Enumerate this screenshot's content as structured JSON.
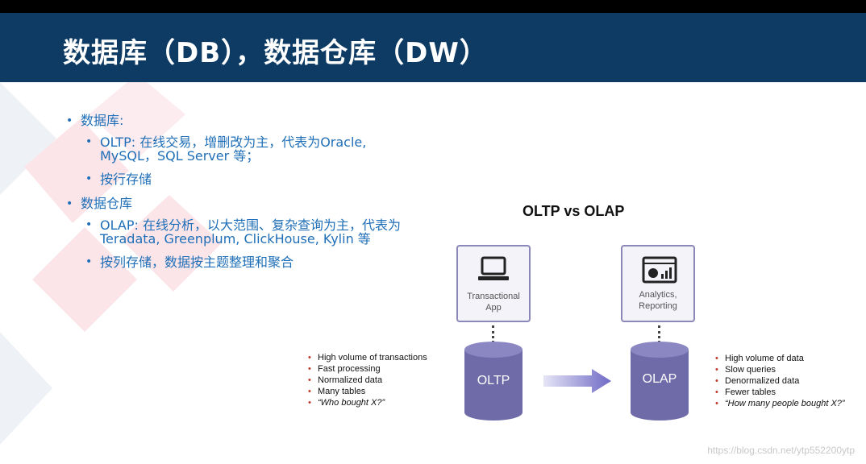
{
  "slide": {
    "title": "数据库（DB），数据仓库（DW）"
  },
  "bullets": {
    "db_heading": "数据库:",
    "oltp_line1": "OLTP: 在线交易，增删改为主，代表为Oracle,",
    "oltp_line2": "MySQL，SQL Server 等；",
    "db_storage": "按行存储",
    "dw_heading": "数据仓库",
    "olap_line1": "OLAP: 在线分析，以大范围、复杂查询为主，代表为",
    "olap_line2": "Teradata, Greenplum, ClickHouse, Kylin 等",
    "dw_storage": "按列存储，数据按主题整理和聚合"
  },
  "diagram": {
    "title": "OLTP vs OLAP",
    "left_box_line1": "Transactional",
    "left_box_line2": "App",
    "right_box_line1": "Analytics,",
    "right_box_line2": "Reporting",
    "oltp_db": "OLTP",
    "olap_db": "OLAP",
    "oltp_points": [
      "High volume of transactions",
      "Fast processing",
      "Normalized data",
      "Many tables",
      "“Who bought X?”"
    ],
    "olap_points": [
      "High volume of data",
      "Slow queries",
      "Denormalized data",
      "Fewer tables",
      "“How many people bought X?”"
    ]
  },
  "watermark": "https://blog.csdn.net/ytp552200ytp",
  "colors": {
    "header": "#0e3b63",
    "bullet_text": "#1f6fb8",
    "db_fill": "#6f6ba8",
    "arrow": "#7b77c4"
  },
  "icons": [
    "laptop-icon",
    "analytics-dashboard-icon",
    "arrow-right-icon",
    "database-icon"
  ]
}
